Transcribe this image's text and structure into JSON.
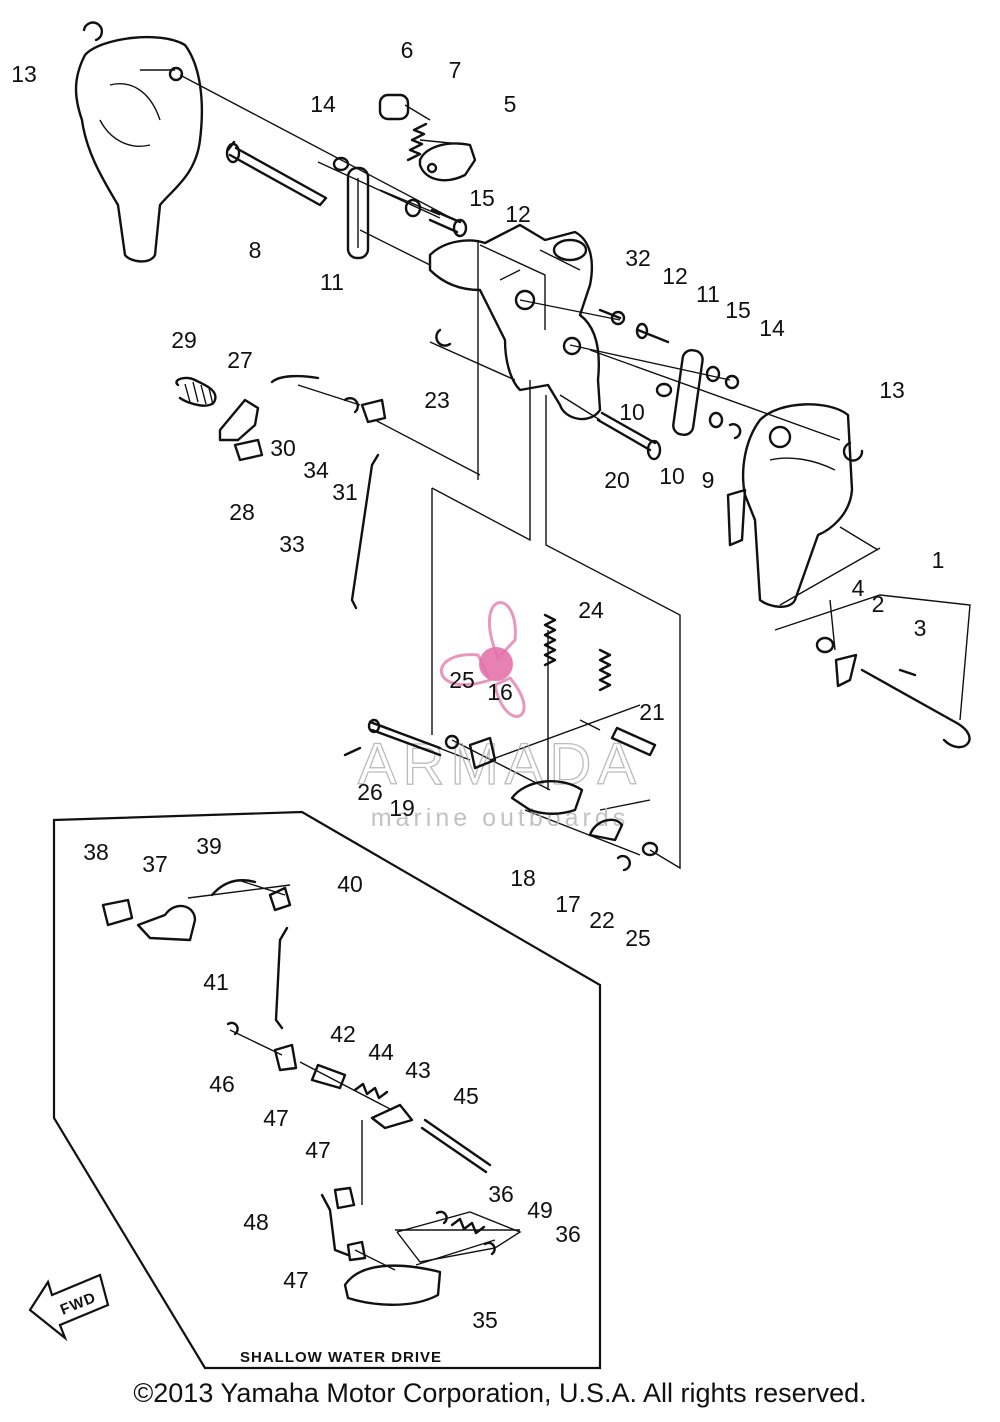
{
  "callouts": [
    "1",
    "2",
    "3",
    "4",
    "5",
    "6",
    "7",
    "8",
    "9",
    "10",
    "11",
    "12",
    "13",
    "14",
    "15",
    "16",
    "17",
    "18",
    "19",
    "20",
    "21",
    "22",
    "23",
    "24",
    "25",
    "26",
    "27",
    "28",
    "29",
    "30",
    "31",
    "32",
    "33",
    "34",
    "35",
    "36",
    "37",
    "38",
    "39",
    "40",
    "41",
    "42",
    "43",
    "44",
    "45",
    "46",
    "47",
    "48",
    "49"
  ],
  "inset_label": "SHALLOW WATER DRIVE",
  "fwd_label": "FWD",
  "watermark": {
    "brand": "ARMADA",
    "tagline": "marine outboards",
    "logo_color": "#e05a9c"
  },
  "copyright": "©2013 Yamaha Motor Corporation, U.S.A. All rights reserved."
}
